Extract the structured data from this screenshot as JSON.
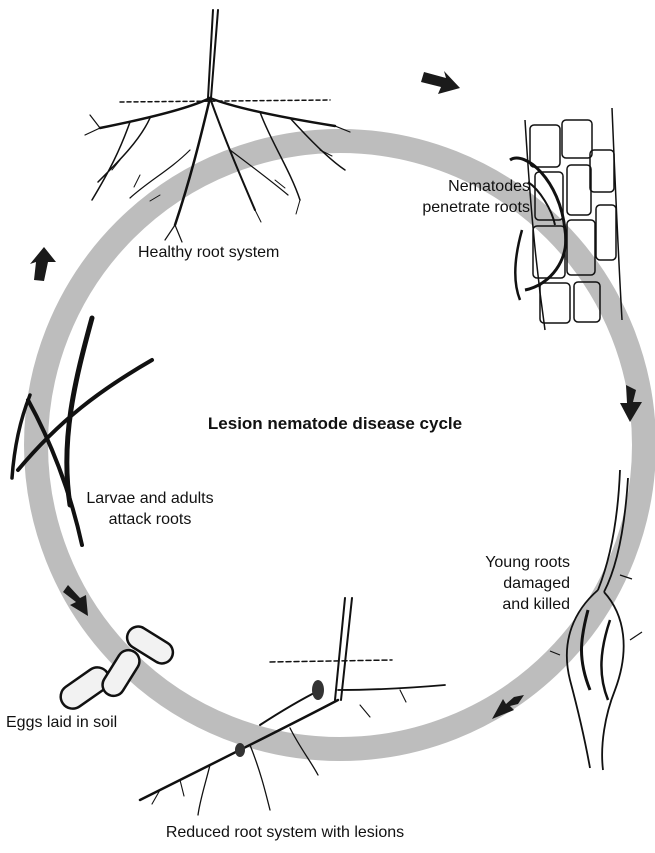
{
  "diagram": {
    "title": "Lesion nematode disease cycle",
    "stages": {
      "healthy": "Healthy root system",
      "penetrate": [
        "Nematodes",
        "penetrate roots"
      ],
      "damaged": [
        "Young roots",
        "damaged",
        "and killed"
      ],
      "reduced": "Reduced root system with lesions",
      "eggs": "Eggs laid in soil",
      "larvae": [
        "Larvae and adults",
        "attack roots"
      ]
    }
  },
  "colors": {
    "ring": "#bdbdbd",
    "ink": "#111111",
    "arrow": "#1a1a1a"
  }
}
